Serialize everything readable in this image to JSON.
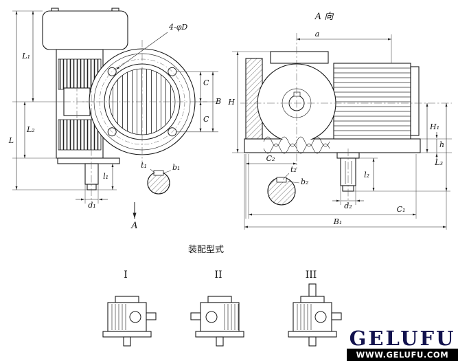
{
  "left_view": {
    "bolt_note": "4-φD",
    "dim_L1": "L₁",
    "dim_L2": "L₂",
    "dim_L": "L",
    "dim_C_top": "C",
    "dim_B": "B",
    "dim_C_bottom": "C",
    "dim_l1": "l₁",
    "dim_d1": "d₁",
    "dim_t1": "t₁",
    "dim_b1": "b₁",
    "view_arrow_label": "A"
  },
  "right_view": {
    "title": "A 向",
    "dim_a": "a",
    "dim_H": "H",
    "dim_H1": "H₁",
    "dim_h": "h",
    "dim_L3": "L₃",
    "dim_C2": "C₂",
    "dim_t2": "t₂",
    "dim_b2": "b₂",
    "dim_l2": "l₂",
    "dim_d2": "d₂",
    "dim_C1": "C₁",
    "dim_B1": "B₁"
  },
  "assembly": {
    "title": "装配型式",
    "types": [
      "I",
      "II",
      "III"
    ]
  },
  "branding": {
    "logo": "GELUFU",
    "website": "WWW.GELUFU.COM"
  }
}
